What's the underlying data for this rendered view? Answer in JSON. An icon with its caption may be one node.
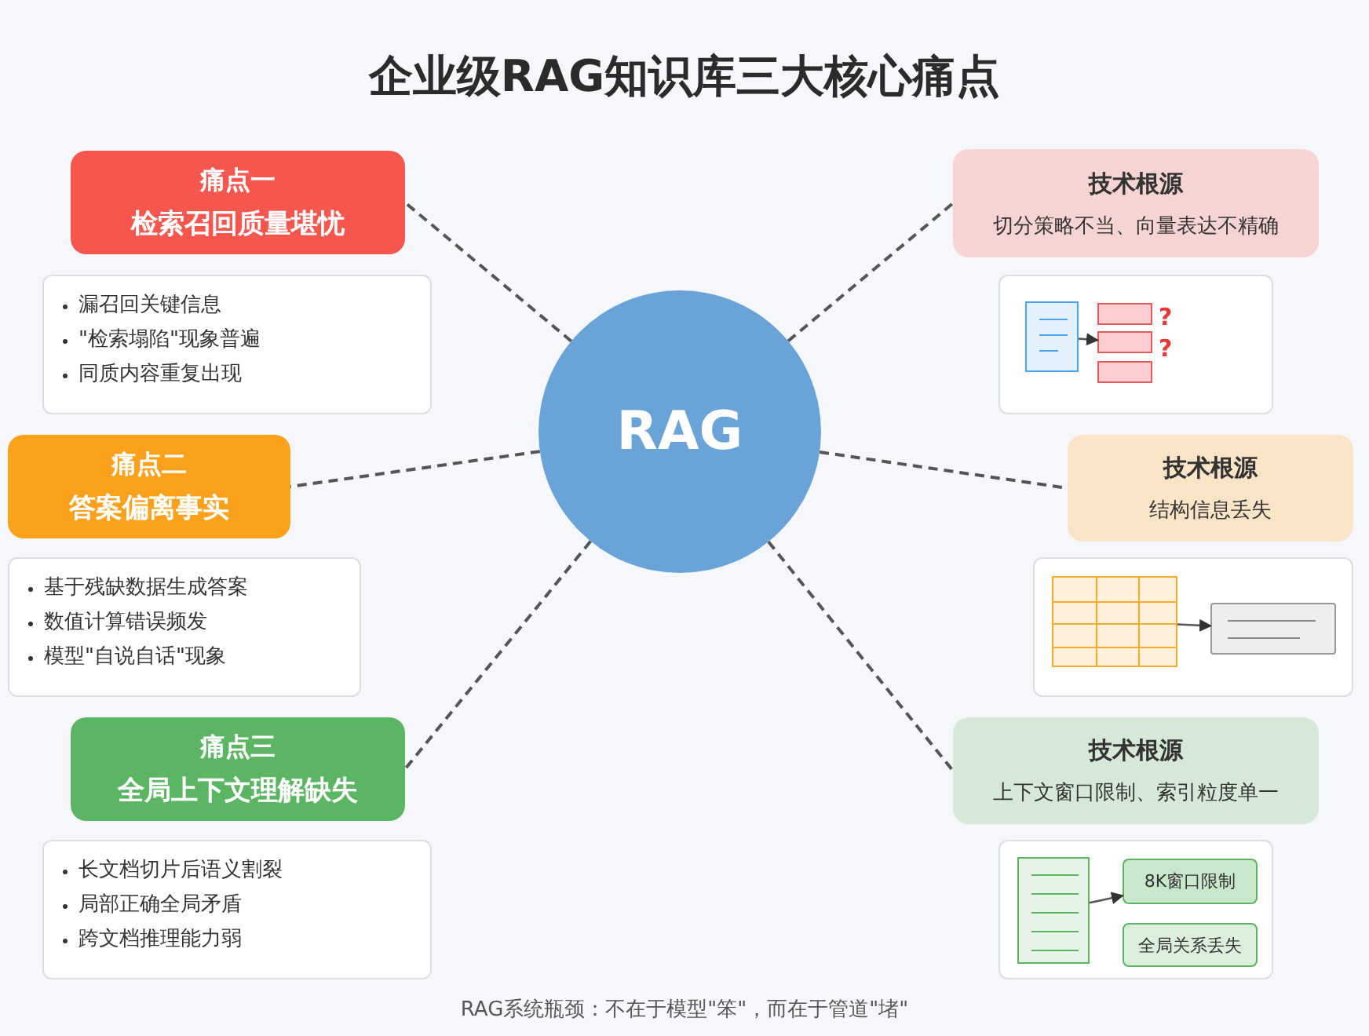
{
  "diagram": {
    "title": "企业级RAG知识库三大核心痛点",
    "caption": "RAG系统瓶颈：不在于模型\"笨\"，而在于管道\"堵\"",
    "nodes": [
      {
        "text": [
          "RAG"
        ]
      },
      {
        "text": [
          "痛点一",
          "检索召回质量堪忧"
        ]
      },
      {
        "text": [
          "漏召回关键信息",
          "\"检索塌陷\"现象普遍",
          "同质内容重复出现"
        ]
      },
      {
        "text": [
          "技术根源",
          "切分策略不当、向量表达不精确"
        ]
      },
      {
        "text": [],
        "shape": "box"
      },
      {
        "text": [],
        "shape": "box",
        "in": 4
      },
      {
        "text": [],
        "shape": "box",
        "in": 4
      },
      {
        "text": [],
        "shape": "box",
        "in": 4
      },
      {
        "text": [],
        "shape": "box",
        "in": 4
      },
      {
        "text": [
          "痛点二",
          "答案偏离事实"
        ]
      },
      {
        "text": [
          "基于残缺数据生成答案",
          "数值计算错误频发",
          "模型\"自说自话\"现象"
        ]
      },
      {
        "text": [
          "技术根源",
          "结构信息丢失"
        ]
      },
      {
        "text": [],
        "shape": "box"
      },
      {
        "text": [],
        "shape": "table",
        "in": 12
      },
      {
        "text": [],
        "shape": "box",
        "in": 12
      },
      {
        "text": [
          "痛点三",
          "全局上下文理解缺失"
        ]
      },
      {
        "text": [
          "长文档切片后语义割裂",
          "局部正确全局矛盾",
          "跨文档推理能力弱"
        ]
      },
      {
        "text": [
          "技术根源",
          "上下文窗口限制、索引粒度单一"
        ]
      },
      {
        "text": [],
        "shape": "box"
      },
      {
        "text": [],
        "shape": "box",
        "in": 18
      },
      {
        "text": [
          "8K窗口限制"
        ],
        "in": 18
      },
      {
        "text": [
          "全局关系丢失"
        ],
        "in": 18
      }
    ],
    "edges": [
      {
        "from": 0,
        "to": 1,
        "arrow": "none",
        "style": "dashed"
      },
      {
        "from": 0,
        "to": 3,
        "arrow": "none",
        "style": "dashed"
      },
      {
        "from": 0,
        "to": 9,
        "arrow": "none",
        "style": "dashed"
      },
      {
        "from": 0,
        "to": 11,
        "arrow": "none",
        "style": "dashed"
      },
      {
        "from": 0,
        "to": 15,
        "arrow": "none",
        "style": "dashed"
      },
      {
        "from": 0,
        "to": 17,
        "arrow": "none",
        "style": "dashed"
      },
      {
        "from": 5,
        "to": 7,
        "arrow": "to"
      },
      {
        "from": 13,
        "to": 14,
        "arrow": "to"
      },
      {
        "from": 19,
        "to": 20,
        "arrow": "to"
      }
    ],
    "labels": [
      "?",
      "?"
    ]
  }
}
